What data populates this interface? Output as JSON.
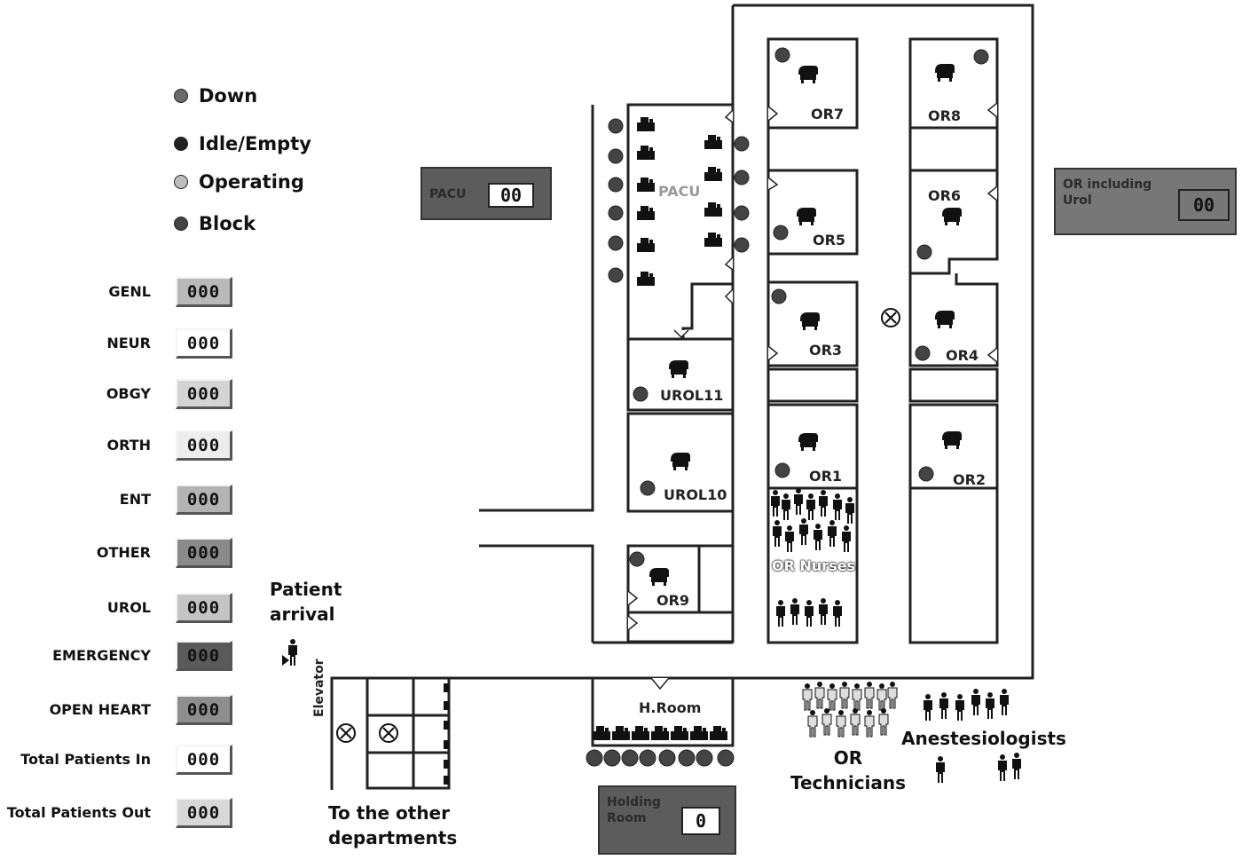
{
  "legend": [
    {
      "label": "Down",
      "color": "#6a6a6a"
    },
    {
      "label": "Idle/Empty",
      "color": "#222222"
    },
    {
      "label": "Operating",
      "color": "#bdbdbd"
    },
    {
      "label": "Block",
      "color": "#444444"
    }
  ],
  "counters": [
    {
      "label": "GENL",
      "value": "000",
      "bg": "#b9b9b9"
    },
    {
      "label": "NEUR",
      "value": "000",
      "bg": "#ffffff"
    },
    {
      "label": "OBGY",
      "value": "000",
      "bg": "#d4d4d4"
    },
    {
      "label": "ORTH",
      "value": "000",
      "bg": "#ededed"
    },
    {
      "label": "ENT",
      "value": "000",
      "bg": "#b3b3b3"
    },
    {
      "label": "OTHER",
      "value": "000",
      "bg": "#8a8a8a"
    },
    {
      "label": "UROL",
      "value": "000",
      "bg": "#c4c4c4"
    },
    {
      "label": "EMERGENCY",
      "value": "000",
      "bg": "#5a5a5a"
    },
    {
      "label": "OPEN HEART",
      "value": "000",
      "bg": "#8e8e8e"
    },
    {
      "label": "Total Patients In",
      "value": "000",
      "bg": "#ffffff"
    },
    {
      "label": "Total Patients Out",
      "value": "000",
      "bg": "#d8d8d8"
    }
  ],
  "panels": {
    "pacu": {
      "label": "PACU",
      "value": "00"
    },
    "or_including_urol": {
      "label": "OR including Urol",
      "value": "00"
    },
    "holding_room": {
      "label": "Holding Room",
      "value": "0"
    }
  },
  "rooms": {
    "pacu": "PACU",
    "or7": "OR7",
    "or8": "OR8",
    "or6": "OR6",
    "or5": "OR5",
    "or3": "OR3",
    "or4": "OR4",
    "or1": "OR1",
    "or2": "OR2",
    "urol11": "UROL11",
    "urol10": "UROL10",
    "or9": "OR9",
    "hroom": "H.Room",
    "or_nurses": "OR Nurses",
    "elevator": "Elevator"
  },
  "labels": {
    "patient_arrival": "Patient arrival",
    "to_other_departments": "To the other departments",
    "or_technicians": "OR Technicians",
    "anesthesiologists": "Anestesiologists"
  }
}
